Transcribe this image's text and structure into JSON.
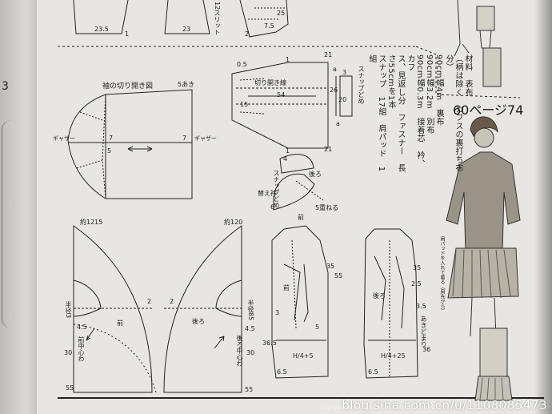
{
  "page": {
    "page_ref": "60ページ74",
    "left_page_number": "3"
  },
  "materials": {
    "lines": [
      "材料　表布",
      "（柄は除く　カフスの裏打ち布分）",
      "90cm幅4m　裏布",
      "90cm幅3.2m　別布",
      "90cm幅0.3m　接着芯　衿、カフ",
      "ス、見返し分　ファスナー　長さ55cmを1本",
      "スナップ　17組　肩パッド　1組"
    ]
  },
  "sleeve_panel": {
    "title": "袖の切り開き図",
    "note_5cut": "5あき",
    "grain_left": "ギャザー",
    "grain_right": "ギャザー",
    "mark_7a": "7",
    "mark_7b": "7",
    "mark_5": "5"
  },
  "top_fragment": {
    "n235": "23.5",
    "n23": "23",
    "slit": "12スリット",
    "n1": "1",
    "n2": "2",
    "n7": "7.5",
    "n25": "25"
  },
  "cuff_panel": {
    "title": "切り開き線",
    "n54": "54",
    "n21a": "21",
    "n21b": "21",
    "n15": "15",
    "n05": "0.5",
    "n26": "26",
    "n20": "20",
    "n3": "3",
    "side_label": "スナップどめ",
    "mark_a1": "a",
    "mark_a2": "a",
    "n1a": "1",
    "n1b": "1"
  },
  "collar_panel": {
    "label_back": "後ろ",
    "label_front": "前",
    "label_snap": "スナップどめ",
    "label_facing": "替え衿",
    "label_shift": "5重ねる",
    "n6": "6",
    "n4": "4"
  },
  "skirt_front": {
    "top_label": "約1215",
    "center_label": "前",
    "waist_label": "半径3",
    "note": "前中心わ",
    "n2": "2",
    "n45": "4.5",
    "n30": "30",
    "n55": "55"
  },
  "skirt_back": {
    "top_label": "約120",
    "center_label": "後ろ",
    "waist_label": "半径85",
    "note": "後ろ中心わ",
    "n2": "2",
    "n45": "4.5",
    "n30": "30",
    "n55": "55"
  },
  "bodice_front": {
    "center_label": "前",
    "n35": "35",
    "n55": "55",
    "n365": "36.5",
    "formula": "H/4+5",
    "n65": "6.5",
    "n3": "3",
    "n5": "5"
  },
  "bodice_back": {
    "center_label": "後ろ",
    "n35": "35",
    "n25": "2.5",
    "n365": "36",
    "formula": "H/4+25",
    "n65": "6.5",
    "n35b": "3.5",
    "zip": "あきどまり"
  },
  "illustration_notes": {
    "label": "肩パッドを入れて着る（肩先から）"
  },
  "watermark": {
    "main": "blog.sina.com.cn/u/1108085473",
    "small": "http://www.liveinternet.ru/users/galina_d/"
  }
}
